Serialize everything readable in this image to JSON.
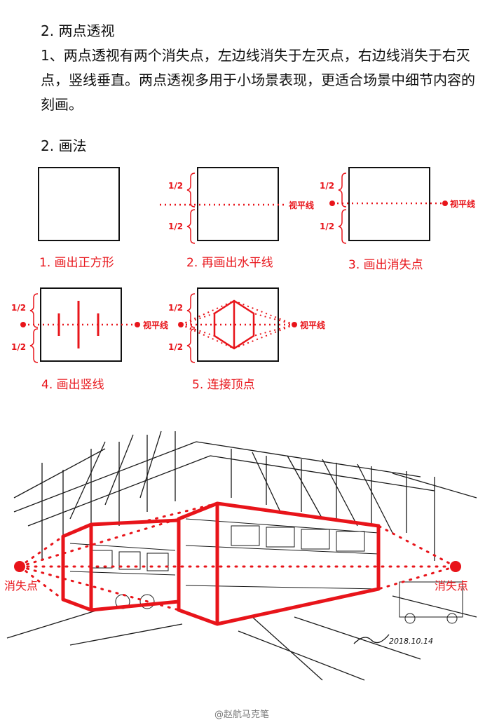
{
  "section_title": "2. 两点透视",
  "paragraph": "1、两点透视有两个消失点，左边线消失于左灭点，右边线消失于右灭点，竖线垂直。两点透视多用于小场景表现，更适合场景中细节内容的刻画。",
  "method_title": "2. 画法",
  "steps": [
    {
      "caption": "1. 画出正方形"
    },
    {
      "caption": "2. 再画出水平线"
    },
    {
      "caption": "3.  画出消失点"
    },
    {
      "caption": "4. 画出竖线"
    },
    {
      "caption": "5. 连接顶点"
    }
  ],
  "labels": {
    "half": "1/2",
    "horizon": "视平线",
    "vanishing_left": "消失点",
    "vanishing_right": "消失点",
    "signature": "2018.10.14",
    "watermark": "@赵航马克笔"
  },
  "colors": {
    "accent": "#e8141a",
    "ink": "#111111"
  }
}
